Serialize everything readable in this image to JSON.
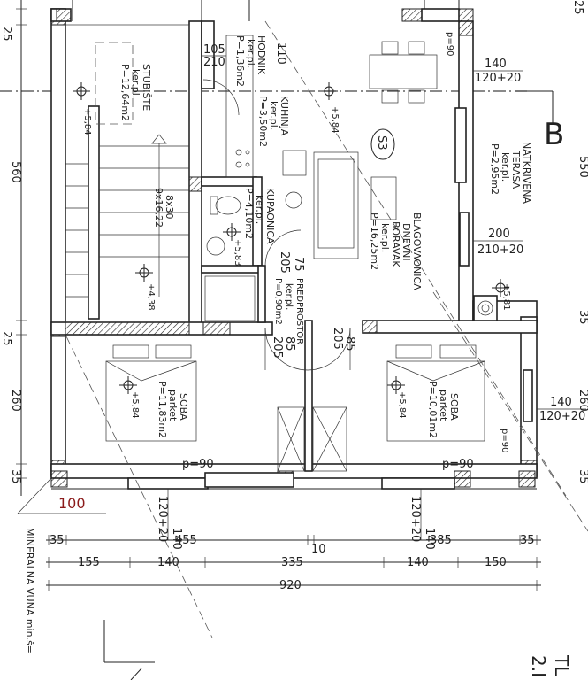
{
  "section_marker": "B",
  "unit_tag": "S3",
  "corner_dim": "100",
  "insulation_note": "MINERALNA VUNA min.š=",
  "title_fragments": [
    "TL",
    "2.I"
  ],
  "rooms": [
    {
      "key": "stubiste",
      "lines": [
        "STUBIŠTE",
        "ker.pl.",
        "P=12,64m2"
      ]
    },
    {
      "key": "hodnik",
      "lines": [
        "HODNIK",
        "ker.pl.",
        "P=1,36m2"
      ]
    },
    {
      "key": "kuhinja",
      "lines": [
        "KUHINJA",
        "ker.pl.",
        "P=3,50m2"
      ]
    },
    {
      "key": "kupaonica",
      "lines": [
        "KUPAONICA",
        "ker.pl.",
        "P=4,10m2"
      ]
    },
    {
      "key": "predprostor",
      "lines": [
        "PREDPROSTOR",
        "ker.pl.",
        "P=0,90m2"
      ]
    },
    {
      "key": "boravak",
      "lines": [
        "BLAGOVAONICA",
        "DNEVNI",
        "BORAVAK",
        "ker.pl.",
        "P=16,25m2"
      ]
    },
    {
      "key": "terasa",
      "lines": [
        "NATKRIVENA",
        "TERASA",
        "ker.pl.",
        "P=2,95m2"
      ]
    },
    {
      "key": "soba1",
      "lines": [
        "SOBA",
        "parket",
        "P=11,83m2"
      ]
    },
    {
      "key": "soba2",
      "lines": [
        "SOBA",
        "parket",
        "P=10,01m2"
      ]
    }
  ],
  "levels": {
    "stubiste_top": "+5,84",
    "stubiste_bottom": "+4,38",
    "kuhinja": "+5,84",
    "kupaonica": "+5,83",
    "terasa": "+5,81",
    "soba1": "+5,84",
    "soba2": "+5,84"
  },
  "stair_spec": [
    "8x30",
    "9x16,22"
  ],
  "openings": {
    "hodnik_door": [
      "105",
      "210"
    ],
    "p90_top": "p=90",
    "win_top_right": [
      "140",
      "120+20"
    ],
    "win_terasa": [
      "200",
      "210+20"
    ],
    "kitchen_110": "110",
    "kup_door": [
      "75",
      "205"
    ],
    "door_85_left": [
      "85",
      "205"
    ],
    "door_85_right": [
      "85",
      "205"
    ],
    "p90_soba1": "p=90",
    "p90_soba2": "p=90",
    "p90_right": "p=90",
    "win_right": [
      "140",
      "120+20"
    ],
    "win_bottom_left": [
      "140",
      "120+20"
    ],
    "win_bottom_right": [
      "140",
      "120+20"
    ]
  },
  "left_dims": [
    "25",
    "560",
    "25",
    "260",
    "35"
  ],
  "right_dims": [
    "25",
    "550",
    "35",
    "260",
    "35"
  ],
  "bottom_dims": {
    "row1": [
      "35",
      "455",
      "10",
      "385",
      "35"
    ],
    "row2": [
      "155",
      "140",
      "335",
      "140",
      "150"
    ],
    "total": "920"
  }
}
